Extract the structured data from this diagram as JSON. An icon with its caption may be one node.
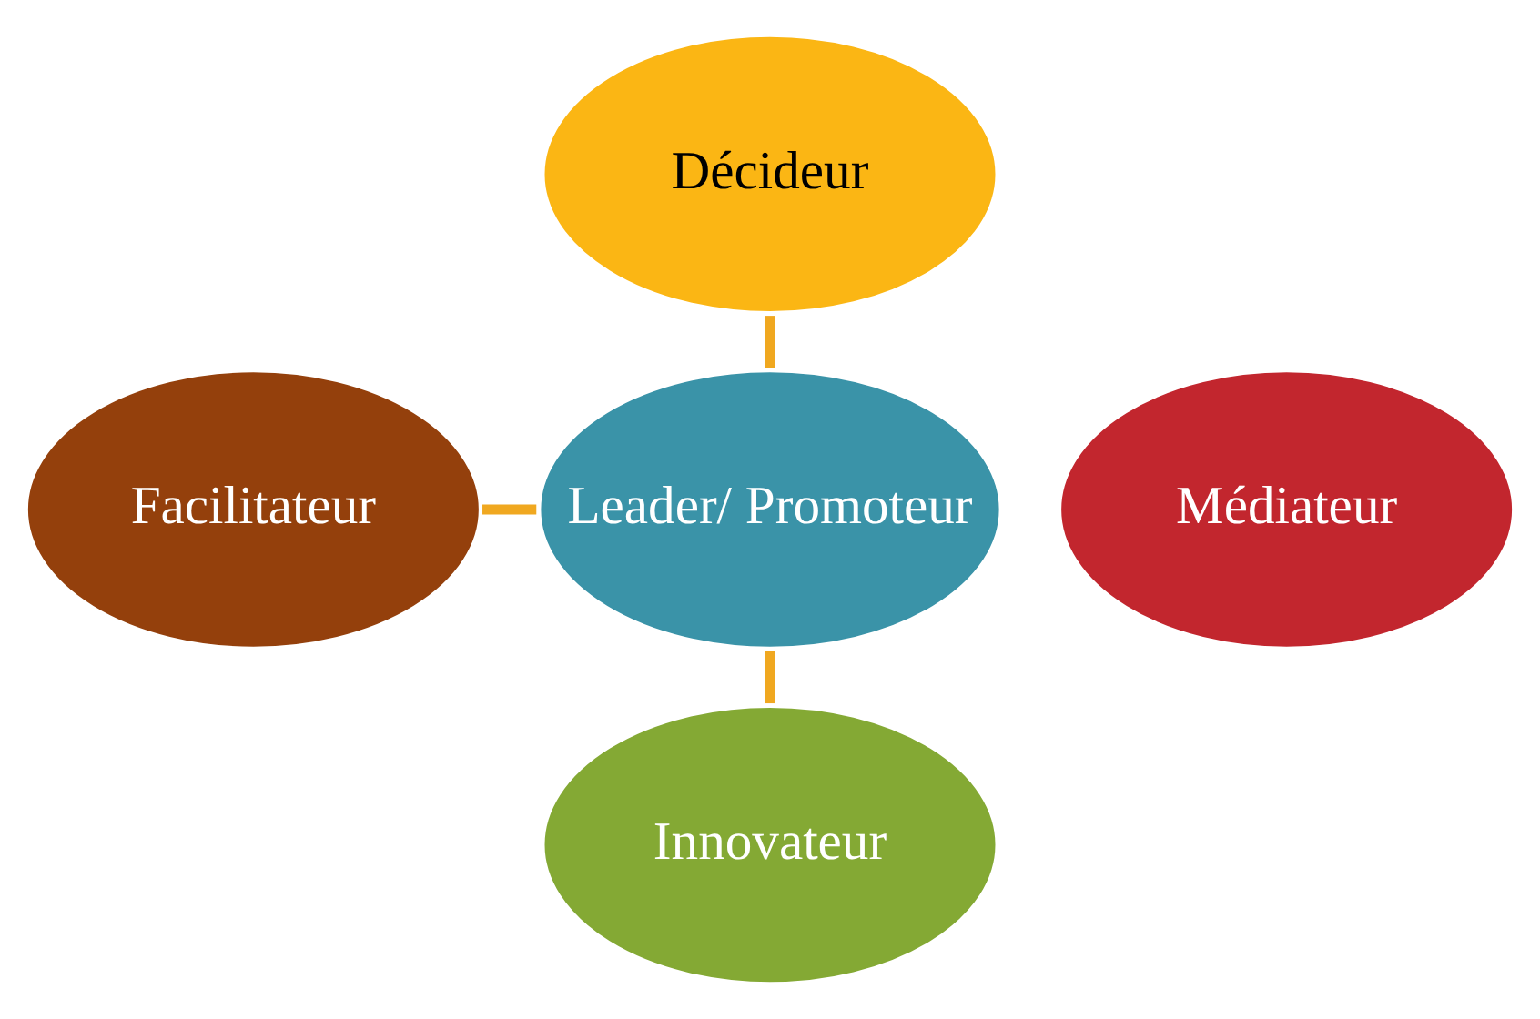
{
  "diagram": {
    "nodes": [
      {
        "text": [
          "Décideur"
        ]
      },
      {
        "text": [
          "Facilitateur"
        ]
      },
      {
        "text": [
          "Leader/ Promoteur"
        ]
      },
      {
        "text": [
          "Médiateur"
        ]
      },
      {
        "text": [
          "Innovateur"
        ]
      }
    ],
    "edges": [
      {
        "from": 0,
        "to": 2,
        "arrow": "none"
      },
      {
        "from": 1,
        "to": 2,
        "arrow": "none"
      },
      {
        "from": 2,
        "to": 4,
        "arrow": "none"
      }
    ]
  }
}
